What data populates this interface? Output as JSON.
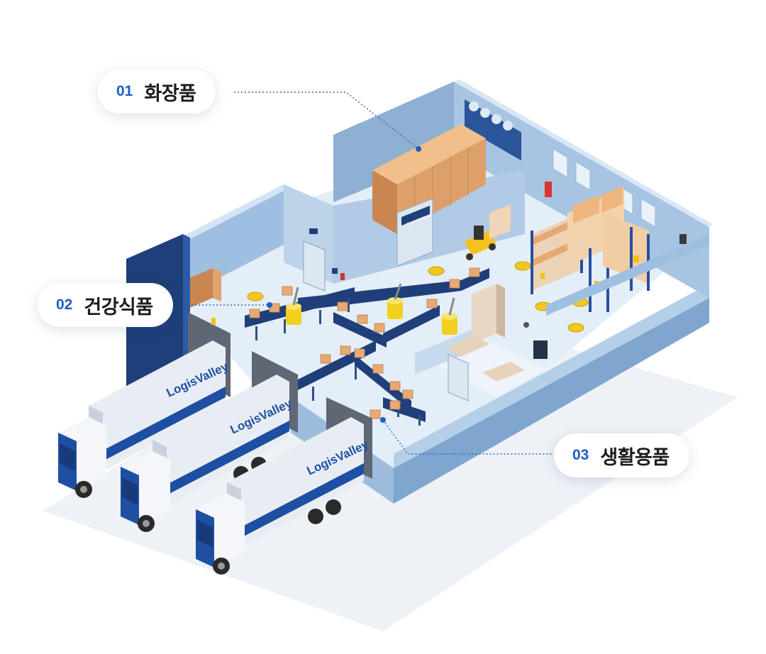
{
  "callouts": [
    {
      "num": "01",
      "label": "화장품"
    },
    {
      "num": "02",
      "label": "건강식품"
    },
    {
      "num": "03",
      "label": "생활용품"
    }
  ],
  "signs": {
    "cold_storage": "COLD STORAGE",
    "brand": "LogisValley"
  },
  "colors": {
    "accent": "#1d5fc0",
    "wall": "#8fb4d8",
    "floor": "#e4eef8",
    "box": "#e2a470",
    "truck_blue": "#1e4fa3",
    "conveyor": "#1f3f7a"
  }
}
